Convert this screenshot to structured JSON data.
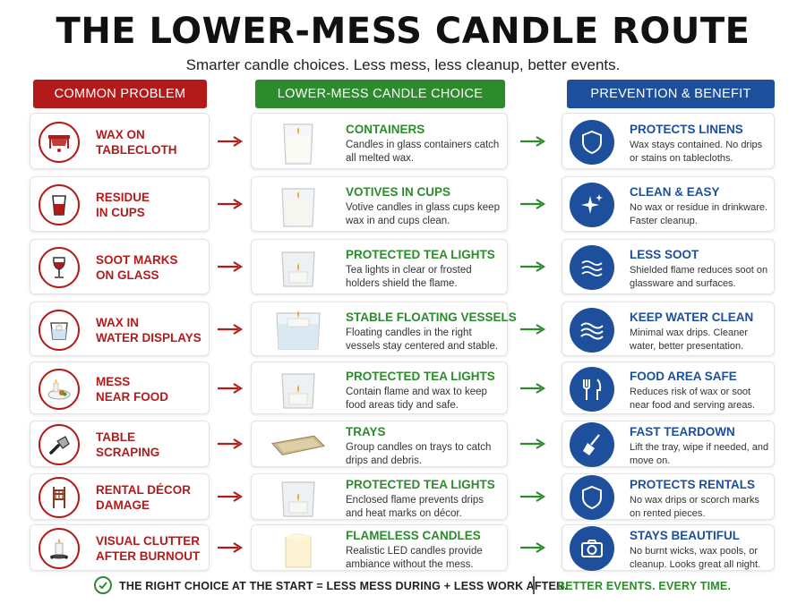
{
  "header": {
    "title": "THE LOWER-MESS CANDLE ROUTE",
    "subtitle": "Smarter candle choices. Less mess, less cleanup, better events."
  },
  "columns": {
    "problem": "COMMON PROBLEM",
    "choice": "LOWER-MESS CANDLE CHOICE",
    "benefit": "PREVENTION & BENEFIT"
  },
  "colors": {
    "red": "#b31b1b",
    "green": "#2d8a2d",
    "blue": "#1d4f9c"
  },
  "rows": [
    {
      "problem": [
        "WAX ON",
        "TABLECLOTH"
      ],
      "problem_icon": "tablecloth-drip-icon",
      "choice_title": "CONTAINERS",
      "choice_desc": "Candles in glass containers catch all melted wax.",
      "candle_icon": "glass-container-candle-icon",
      "benefit_title": "PROTECTS LINENS",
      "benefit_desc": "Wax stays contained. No drips or stains on tablecloths.",
      "benefit_icon": "shield-icon"
    },
    {
      "problem": [
        "RESIDUE",
        "IN CUPS"
      ],
      "problem_icon": "cup-residue-icon",
      "choice_title": "VOTIVES IN CUPS",
      "choice_desc": "Votive candles in glass cups keep wax in and cups clean.",
      "candle_icon": "votive-cup-candle-icon",
      "benefit_title": "CLEAN & EASY",
      "benefit_desc": "No wax or residue in drinkware. Faster cleanup.",
      "benefit_icon": "sparkle-icon"
    },
    {
      "problem": [
        "SOOT MARKS",
        "ON GLASS"
      ],
      "problem_icon": "wine-glass-icon",
      "choice_title": "PROTECTED TEA LIGHTS",
      "choice_desc": "Tea lights in clear or frosted holders shield the flame.",
      "candle_icon": "tea-light-holder-icon",
      "benefit_title": "LESS SOOT",
      "benefit_desc": "Shielded flame reduces soot on glassware and surfaces.",
      "benefit_icon": "waves-icon"
    },
    {
      "problem": [
        "WAX IN",
        "WATER DISPLAYS"
      ],
      "problem_icon": "water-vessel-icon",
      "choice_title": "STABLE FLOATING VESSELS",
      "choice_desc": "Floating candles in the right vessels stay centered and stable.",
      "candle_icon": "floating-candle-vessel-icon",
      "benefit_title": "KEEP WATER CLEAN",
      "benefit_desc": "Minimal wax drips. Cleaner water, better presentation.",
      "benefit_icon": "water-waves-icon"
    },
    {
      "problem": [
        "MESS",
        "NEAR FOOD"
      ],
      "problem_icon": "food-plate-candle-icon",
      "choice_title": "PROTECTED TEA LIGHTS",
      "choice_desc": "Contain flame and wax to keep food areas tidy and safe.",
      "candle_icon": "tea-light-holder-icon",
      "benefit_title": "FOOD AREA SAFE",
      "benefit_desc": "Reduces risk of wax or soot near food and serving areas.",
      "benefit_icon": "fork-knife-icon"
    },
    {
      "problem": [
        "TABLE",
        "SCRAPING"
      ],
      "problem_icon": "scraper-icon",
      "choice_title": "TRAYS",
      "choice_desc": "Group candles on trays to catch drips and debris.",
      "candle_icon": "metal-tray-icon",
      "benefit_title": "FAST TEARDOWN",
      "benefit_desc": "Lift the tray, wipe if needed, and move on.",
      "benefit_icon": "broom-icon"
    },
    {
      "problem": [
        "RENTAL DÉCOR",
        "DAMAGE"
      ],
      "problem_icon": "chair-icon",
      "choice_title": "PROTECTED TEA LIGHTS",
      "choice_desc": "Enclosed flame prevents drips and heat marks on décor.",
      "candle_icon": "tea-light-holder-icon",
      "benefit_title": "PROTECTS RENTALS",
      "benefit_desc": "No wax drips or scorch marks on rented pieces.",
      "benefit_icon": "shield-icon"
    },
    {
      "problem": [
        "VISUAL CLUTTER",
        "AFTER BURNOUT"
      ],
      "problem_icon": "burnt-candle-icon",
      "choice_title": "FLAMELESS CANDLES",
      "choice_desc": "Realistic LED candles provide ambiance without the mess.",
      "candle_icon": "led-candle-icon",
      "benefit_title": "STAYS BEAUTIFUL",
      "benefit_desc": "No burnt wicks, wax pools, or cleanup. Looks great all night.",
      "benefit_icon": "camera-icon"
    }
  ],
  "footer": {
    "main": "THE RIGHT CHOICE AT THE START = LESS MESS DURING + LESS WORK AFTER.",
    "tagline": "BETTER EVENTS. EVERY TIME."
  }
}
